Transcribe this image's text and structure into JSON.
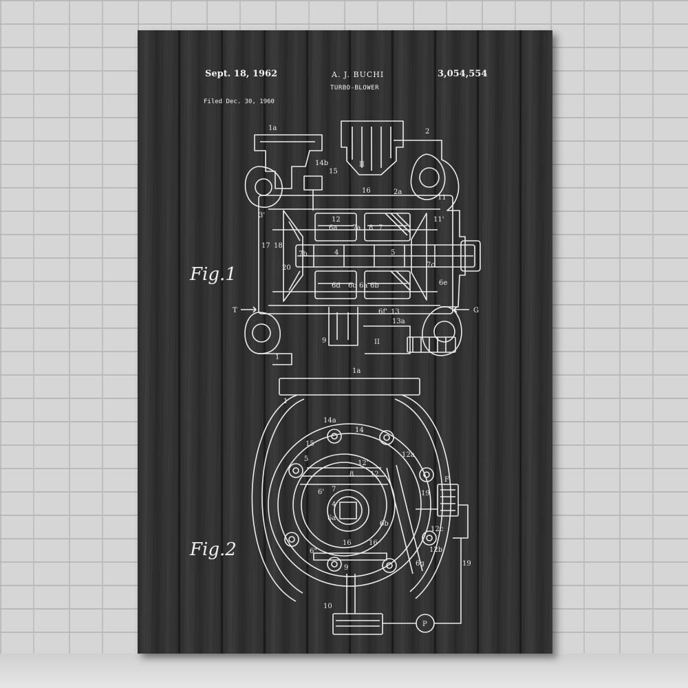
{
  "patent": {
    "date": "Sept. 18, 1962",
    "inventor": "A. J. BUCHI",
    "title": "TURBO-BLOWER",
    "number": "3,054,554",
    "filed": "Filed Dec. 30, 1960"
  },
  "figures": {
    "fig1_label": "Fig.1",
    "fig2_label": "Fig.2"
  },
  "fig1_callouts": [
    "1a",
    "14b",
    "15",
    "II",
    "16",
    "2",
    "2a",
    "3'",
    "12",
    "6a",
    "7a",
    "8",
    "7",
    "11",
    "11'",
    "17",
    "18",
    "7b",
    "4",
    "5",
    "20",
    "6d",
    "6c",
    "6a",
    "6b",
    "7c",
    "6e",
    "T",
    "G",
    "6f'",
    "13",
    "13a",
    "9",
    "1",
    "II"
  ],
  "fig2_callouts": [
    "1a",
    "1",
    "14a",
    "14",
    "15",
    "5",
    "12a",
    "12'",
    "8",
    "12",
    "6'",
    "7",
    "4",
    "6a",
    "16",
    "16",
    "6b",
    "12b",
    "F",
    "19",
    "12c",
    "6\"",
    "6g",
    "19",
    "9",
    "10",
    "P"
  ],
  "colors": {
    "line": "#ececec",
    "wood": "#333333",
    "wall": "#d6d6d6"
  }
}
